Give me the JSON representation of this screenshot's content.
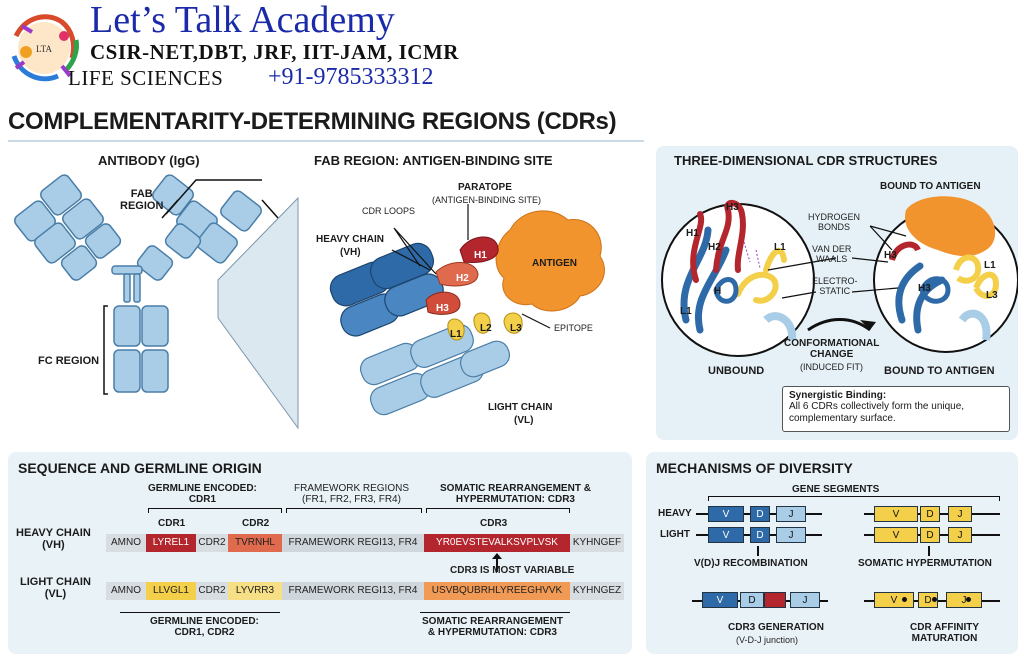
{
  "brand": {
    "name": "Let’s Talk Academy",
    "exams": "CSIR-NET,DBT, JRF, IIT-JAM, ICMR",
    "subject": "LIFE SCIENCES",
    "phone": "+91-9785333312",
    "logo_text": "LTA"
  },
  "title": "COMPLEMENTARITY-DETERMINING REGIONS (CDRs)",
  "antibody": {
    "heading": "ANTIBODY (IgG)",
    "fab_label": "FAB\nREGION",
    "fc_label": "FC REGION"
  },
  "fab": {
    "heading": "FAB REGION: ANTIGEN-BINDING SITE",
    "paratope": "PARATOPE",
    "paratope_sub": "(ANTIGEN-BINDING SITE)",
    "cdr_loops": "CDR LOOPS",
    "heavy_chain": "HEAVY CHAIN",
    "heavy_chain_sub": "(VH)",
    "antigen": "ANTIGEN",
    "epitope": "EPITOPE",
    "light_chain": "LIGHT CHAIN",
    "light_chain_sub": "(VL)",
    "loops": [
      "H1",
      "H2",
      "H3",
      "L1",
      "L2",
      "L3"
    ]
  },
  "three_d": {
    "heading": "THREE-DIMENSIONAL CDR STRUCTURES",
    "bound_top": "BOUND TO ANTIGEN",
    "hydrogen_bonds": "HYDROGEN\nBONDS",
    "van_der_waals": "VAN DER\nWAALS",
    "electrostatic": "ELECTRO-\nSTATIC",
    "conformational": "CONFORMATIONAL\nCHANGE",
    "induced_fit": "(INDUCED FIT)",
    "unbound": "UNBOUND",
    "bound_bottom": "BOUND TO ANTIGEN",
    "synergy_title": "Synergistic Binding:",
    "synergy_text": "All 6 CDRs collectively form the unique,\ncomplementary surface.",
    "left_loops": [
      "H1",
      "H2",
      "H3",
      "L1",
      "H",
      "L1"
    ],
    "right_loops": [
      "H3",
      "H3",
      "L1",
      "L3"
    ]
  },
  "sequence": {
    "heading": "SEQUENCE AND GERMLINE ORIGIN",
    "germline_top": "GERMLINE ENCODED:\nCDR1",
    "framework_top": "FRAMEWORK REGIONS\n(FR1, FR2, FR3, FR4)",
    "somatic_top": "SOMATIC REARRANGEMENT &\nHYPERMUTATION: CDR3",
    "cdr1_label": "CDR1",
    "cdr2_label": "CDR2",
    "cdr3_label": "CDR3",
    "heavy_label": "HEAVY CHAIN\n(VH)",
    "light_label": "LIGHT CHAIN\n(VL)",
    "heavy_segments": [
      "AMNO",
      "LYREL1",
      "CDR2",
      "TVRNHL",
      "FRAMEWORK REGI13, FR4",
      "YR0EVSTEVALKSVPLVSK",
      "KYHNGEF"
    ],
    "light_segments": [
      "AMNO",
      "LLVGL1",
      "CDR2",
      "LYVRR3",
      "FRAMEWORK REGI13, FR4",
      "USVBQUBRHLYREEGHVVK",
      "KYHNGEZ"
    ],
    "most_variable": "CDR3 IS MOST VARIABLE",
    "germline_bottom": "GERMLINE ENCODED:\nCDR1, CDR2",
    "somatic_bottom": "SOMATIC REARRANGEMENT\n& HYPERMUTATION: CDR3"
  },
  "diversity": {
    "heading": "MECHANISMS OF DIVERSITY",
    "gene_segments": "GENE SEGMENTS",
    "heavy": "HEAVY",
    "light": "LIGHT",
    "vdj": "V(D)J RECOMBINATION",
    "somatic": "SOMATIC HYPERMUTATION",
    "cdr3_gen": "CDR3 GENERATION",
    "cdr3_gen_sub": "(V-D-J junction)",
    "affinity": "CDR AFFINITY\nMATURATION",
    "v": "V",
    "d": "D",
    "j": "J"
  },
  "colors": {
    "light_blue": "#a9cde6",
    "dark_blue": "#2e6aa8",
    "panel_bg": "#e6f1f7",
    "cdr_red": "#b3262e",
    "cdr_salmon": "#e06a4e",
    "cdr_yellow": "#f3cf4a",
    "antigen_orange": "#f2942e",
    "cdr3_orange": "#f19a55"
  }
}
